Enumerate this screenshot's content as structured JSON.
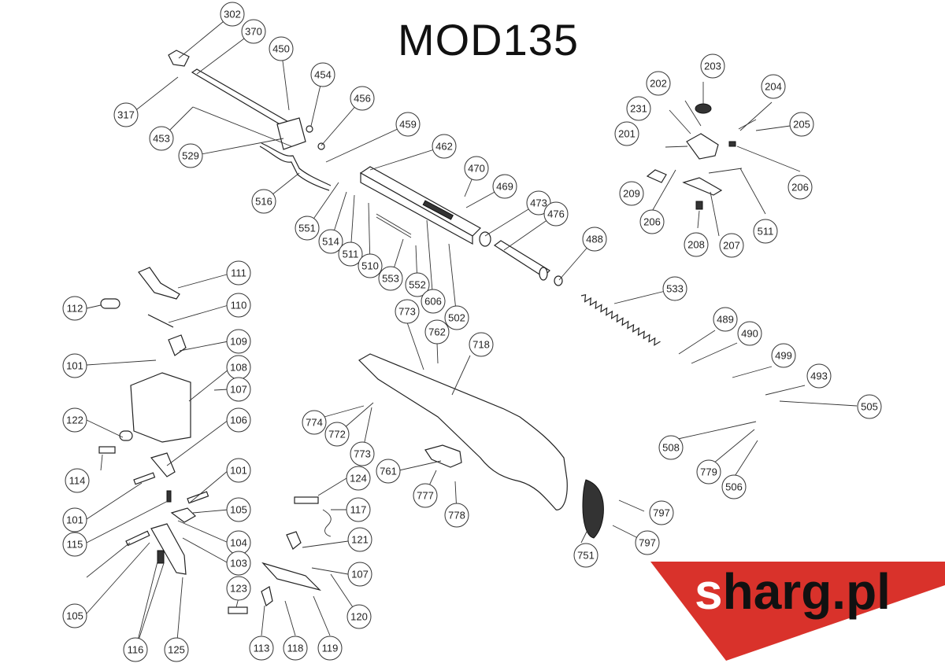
{
  "title": "MOD135",
  "brand": {
    "first_letter": "s",
    "rest": "harg.pl",
    "accent_color": "#d9322b"
  },
  "part_labels": [
    "302",
    "370",
    "450",
    "454",
    "456",
    "459",
    "462",
    "470",
    "469",
    "473",
    "476",
    "488",
    "317",
    "453",
    "529",
    "516",
    "551",
    "514",
    "511",
    "510",
    "553",
    "552",
    "606",
    "502",
    "533",
    "203",
    "202",
    "204",
    "231",
    "201",
    "205",
    "209",
    "206",
    "511",
    "206",
    "208",
    "207",
    "111",
    "112",
    "110",
    "109",
    "101",
    "108",
    "107",
    "122",
    "106",
    "114",
    "101",
    "115",
    "105",
    "101",
    "104",
    "103",
    "105",
    "116",
    "125",
    "123",
    "113",
    "118",
    "119",
    "120",
    "107",
    "121",
    "117",
    "124",
    "773",
    "762",
    "718",
    "489",
    "490",
    "499",
    "493",
    "505",
    "774",
    "772",
    "773",
    "761",
    "777",
    "778",
    "508",
    "779",
    "506",
    "797",
    "797",
    "751"
  ]
}
